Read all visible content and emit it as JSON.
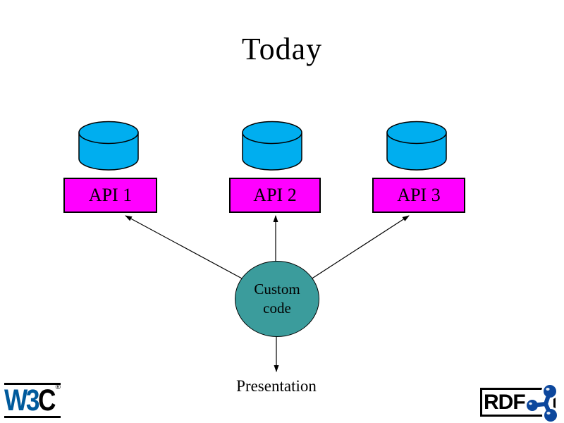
{
  "title": "Today",
  "apis": [
    {
      "label": "API 1"
    },
    {
      "label": "API 2"
    },
    {
      "label": "API 3"
    }
  ],
  "center_node": {
    "line1": "Custom",
    "line2": "code"
  },
  "presentation_label": "Presentation",
  "logos": {
    "w3c": {
      "w3": "W3",
      "c": "C",
      "registered": "®"
    },
    "rdf": {
      "label": "RDF"
    }
  },
  "icons": {
    "database": "database-cylinder-icon",
    "rdf_graph": "molecule-graph-icon"
  },
  "colors": {
    "background": "#FFFFFF",
    "cylinder": "#00AEEF",
    "api-box": "#FF00FF",
    "api-border": "#000000",
    "node": "#3B9C9C",
    "line": "#000000",
    "w3c-blue": "#005A9C",
    "rdf-blue": "#0C479D"
  }
}
